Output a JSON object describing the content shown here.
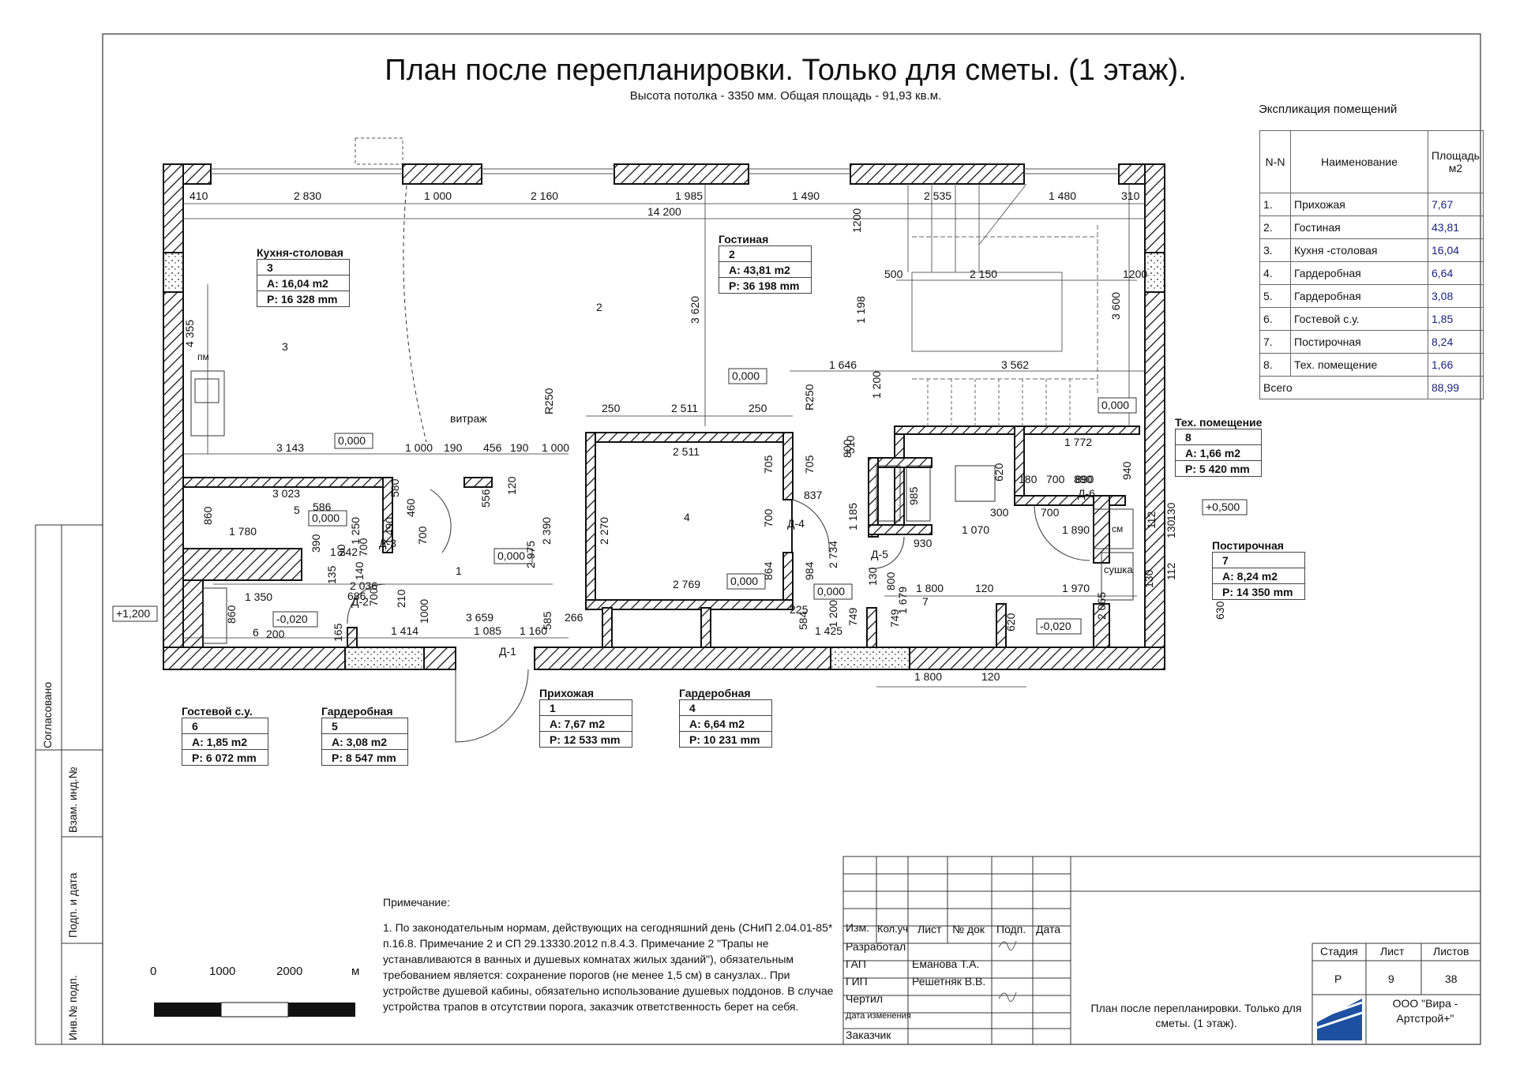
{
  "title": "План после перепланировки. Только для сметы. (1 этаж).",
  "subtitle": "Высота потолка - 3350 мм. Общая площадь - 91,93 кв.м.",
  "explication": {
    "title": "Экспликация  помещений",
    "headers": [
      "N-N",
      "Наименование",
      "Площадь м2"
    ],
    "rows": [
      {
        "n": "1.",
        "name": "Прихожая",
        "area": "7,67"
      },
      {
        "n": "2.",
        "name": "Гостиная",
        "area": "43,81"
      },
      {
        "n": "3.",
        "name": "Кухня -столовая",
        "area": "16,04"
      },
      {
        "n": "4.",
        "name": "Гардеробная",
        "area": "6,64"
      },
      {
        "n": "5.",
        "name": "Гардеробная",
        "area": "3,08"
      },
      {
        "n": "6.",
        "name": "Гостевой с.у.",
        "area": "1,85"
      },
      {
        "n": "7.",
        "name": "Постирочная",
        "area": "8,24"
      },
      {
        "n": "8.",
        "name": "Тех. помещение",
        "area": "1,66"
      }
    ],
    "total_label": "Всего",
    "total": "88,99"
  },
  "rooms": {
    "kitchen": {
      "name": "Кухня-столовая",
      "n": "3",
      "a": "A: 16,04 m2",
      "p": "P: 16  328 mm"
    },
    "living": {
      "name": "Гостиная",
      "n": "2",
      "a": "A: 43,81 m2",
      "p": "P: 36  198 mm"
    },
    "tech": {
      "name": "Тех. помещение",
      "n": "8",
      "a": "A: 1,66 m2",
      "p": "P: 5  420 mm"
    },
    "laundry": {
      "name": "Постирочная",
      "n": "7",
      "a": "A: 8,24 m2",
      "p": "P: 14  350 mm"
    },
    "guest_wc": {
      "name": "Гостевой с.у.",
      "n": "6",
      "a": "A: 1,85 m2",
      "p": "P: 6  072 mm"
    },
    "wardrobe5": {
      "name": "Гардеробная",
      "n": "5",
      "a": "A: 3,08 m2",
      "p": "P: 8  547 mm"
    },
    "hall": {
      "name": "Прихожая",
      "n": "1",
      "a": "A: 7,67 m2",
      "p": "P: 12  533 mm"
    },
    "wardrobe4": {
      "name": "Гардеробная",
      "n": "4",
      "a": "A: 6,64 m2",
      "p": "P: 10  231 mm"
    }
  },
  "plan_labels": {
    "top_dims": [
      "410",
      "2 830",
      "1 000",
      "2 160",
      "1 985",
      "1 490",
      "2 535",
      "1 480",
      "310"
    ],
    "total_width": "14 200",
    "levels": [
      "0,000",
      "0,000",
      "0,000",
      "0,000",
      "0,000",
      "0,000",
      "0,000",
      "-0,020",
      "-0,020",
      "+1,200",
      "+0,500"
    ],
    "doors": [
      "Д-1",
      "Д-2",
      "Д-3",
      "Д-4",
      "Д-5",
      "Д-6"
    ],
    "misc": [
      "витраж",
      "пм",
      "см",
      "сушка",
      "R250",
      "R250"
    ],
    "room_numbers": [
      "1",
      "2",
      "3",
      "4",
      "5",
      "6",
      "7"
    ],
    "dims_inner": [
      "3 143",
      "1 000",
      "190",
      "456",
      "190",
      "1 000",
      "2 511",
      "250",
      "2 511",
      "250",
      "3 023",
      "1 780",
      "1 242",
      "1 350",
      "3 659",
      "1 414",
      "1 085",
      "1 160",
      "2 769",
      "1 425",
      "1 800",
      "120",
      "1 970",
      "1 772",
      "1 070",
      "1 890",
      "1 646",
      "3 562",
      "500",
      "2 150",
      "1200",
      "4 355",
      "3 620",
      "3 600",
      "1200",
      "1 198",
      "1 200",
      "2 390",
      "2 975",
      "2 270",
      "837",
      "120",
      "586",
      "556",
      "2 036",
      "200",
      "930",
      "1 800",
      "120",
      "985",
      "180",
      "700",
      "890",
      "300",
      "700",
      "890",
      "620",
      "630",
      "620",
      "940",
      "510",
      "705",
      "705",
      "700",
      "864",
      "984",
      "2 734",
      "800",
      "1 185",
      "749",
      "749",
      "1 679",
      "800",
      "130",
      "1 200",
      "266",
      "225",
      "584",
      "585",
      "210",
      "1000",
      "700",
      "165",
      "686",
      "135",
      "140",
      "390",
      "90",
      "700",
      "1 250",
      "1 490",
      "460",
      "580",
      "700",
      "860",
      "860",
      "2 065",
      "130",
      "112",
      "130",
      "112",
      "130"
    ]
  },
  "notes": {
    "heading": "Примечание:",
    "text": "1. По законодательным нормам, действующих на сегодняшний день (СНиП 2.04.01-85* п.16.8. Примечание 2 и СП 29.13330.2012 п.8.4.3. Примечание 2 \"Трапы не устанавливаются в ванных и душевых комнатах жилых зданий\"), обязательным требованием является: сохранение порогов (не менее 1,5 см) в санузлах.. При устройстве душевой кабины, обязательно использование душевых поддонов. В случае устройства трапов в отсутствии порога, заказчик ответственность берет на себя."
  },
  "scale_bar": {
    "labels": [
      "0",
      "1000",
      "2000"
    ],
    "unit": "м"
  },
  "title_block": {
    "headers": [
      "Изм.",
      "Кол.уч",
      "Лист",
      "№ док",
      "Подп.",
      "Дата"
    ],
    "roles": [
      "Разработал",
      "ГАП",
      "ГИП",
      "Чертил",
      "Дата изменения",
      "Заказчик"
    ],
    "people": {
      "gap": "Еманова Т.А.",
      "gip": "Решетняк В.В."
    },
    "stage_headers": [
      "Стадия",
      "Лист",
      "Листов"
    ],
    "stage": "Р",
    "sheet": "9",
    "sheets": "38",
    "drawing_name": "План после перепланировки. Только для сметы. (1 этаж).",
    "company": "ООО \"Вира - Артстрой+\""
  },
  "side_stamps": [
    "Согласовано",
    "Взам. инд.№",
    "Подп. и дата",
    "Инв.№ подп."
  ],
  "colors": {
    "ink": "#111111",
    "table_numbers": "#1a237e",
    "logo": "#1e50a2"
  }
}
